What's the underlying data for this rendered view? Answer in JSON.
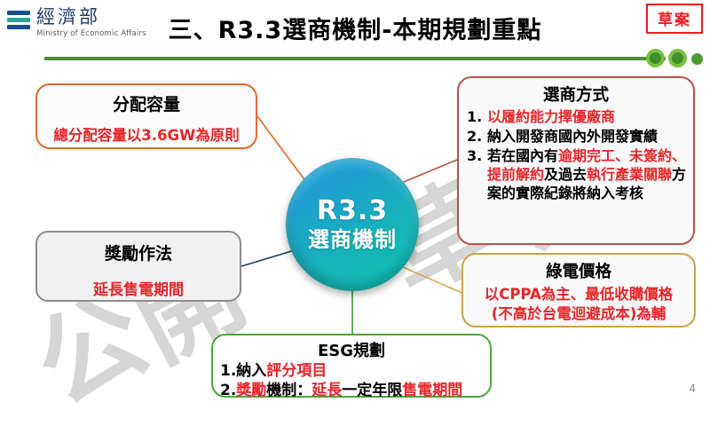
{
  "header": {
    "org_name_cn": "經濟部",
    "org_name_en": "Ministry of Economic Affairs",
    "title": "三、R3.3選商機制-本期規劃重點",
    "draft_badge": "草案"
  },
  "hub": {
    "line1": "R3.3",
    "line2": "選商機制"
  },
  "nodes": {
    "capacity": {
      "title": "分配容量",
      "body": "總分配容量以3.6GW為原則"
    },
    "incentive": {
      "title": "獎勵作法",
      "body": "延長售電期間"
    },
    "method": {
      "title": "選商方式",
      "items": [
        [
          {
            "t": "以履約能力擇優廠商",
            "c": "red"
          }
        ],
        [
          {
            "t": "納入開發商國內外開發實績",
            "c": "black"
          }
        ],
        [
          {
            "t": "若在國內有",
            "c": "black"
          },
          {
            "t": "逾期完工、未簽約、提前解約",
            "c": "red"
          },
          {
            "t": "及過去",
            "c": "black"
          },
          {
            "t": "執行產業關聯",
            "c": "red"
          },
          {
            "t": "方案的實際紀錄將納入考核",
            "c": "black"
          }
        ]
      ]
    },
    "price": {
      "title": "綠電價格",
      "body_line1": "以CPPA為主、最低收購價格",
      "body_line2": "(不高於台電迴避成本)為輔"
    },
    "esg": {
      "title": "ESG規劃",
      "items": [
        [
          {
            "t": "1.",
            "c": "black"
          },
          {
            "t": "納入",
            "c": "black"
          },
          {
            "t": "評分項目",
            "c": "red"
          }
        ],
        [
          {
            "t": "2.",
            "c": "black"
          },
          {
            "t": "獎勵",
            "c": "red"
          },
          {
            "t": "機制：",
            "c": "black"
          },
          {
            "t": "延長",
            "c": "red"
          },
          {
            "t": "一定年限",
            "c": "black"
          },
          {
            "t": "售電期間",
            "c": "red"
          }
        ]
      ]
    }
  },
  "watermark": [
    "公",
    "開",
    "草",
    "案"
  ],
  "page_number": "4",
  "colors": {
    "accent_green": "#4b8b3b",
    "draft_red": "#ef1c20",
    "highlight_red": "#e8252a",
    "hub_teal": "#11b5b5",
    "hub_blue": "#2aa7d6"
  }
}
